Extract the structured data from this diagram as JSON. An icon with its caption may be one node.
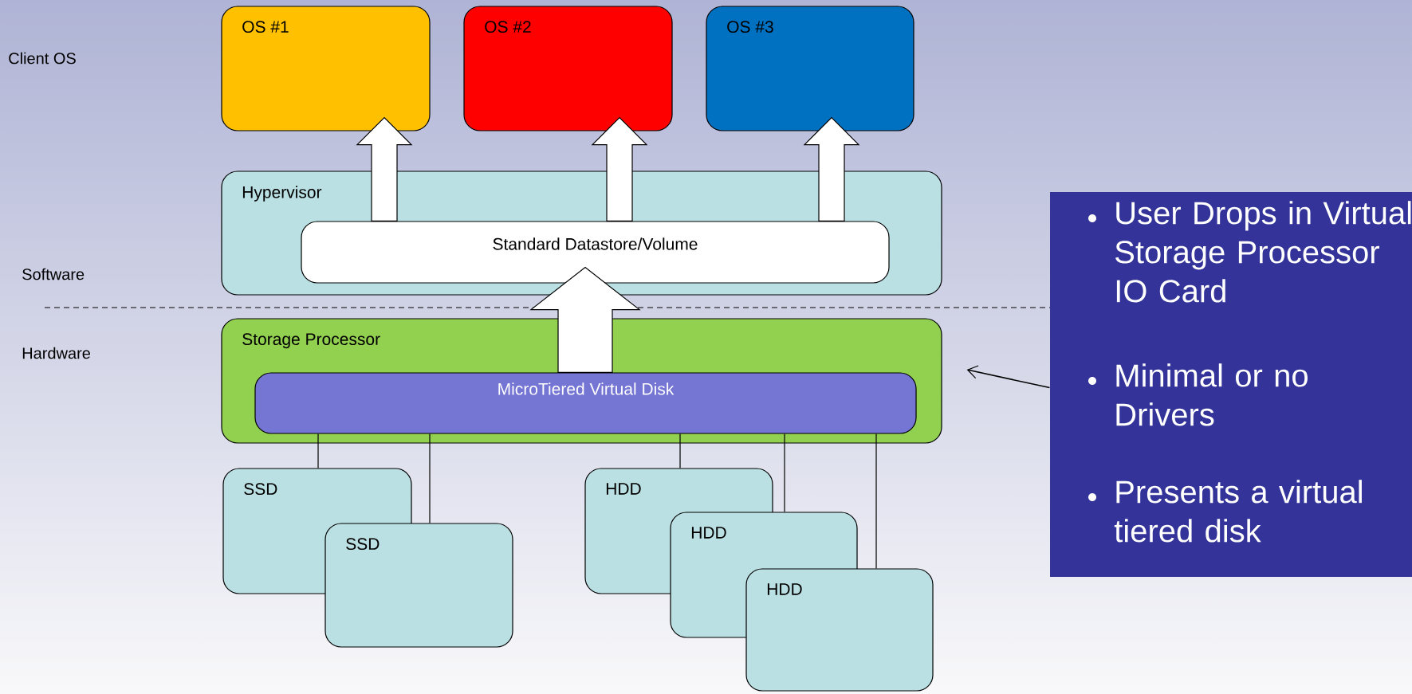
{
  "diagram": {
    "nodes": [
      {
        "text": [
          "OS #1"
        ]
      },
      {
        "text": [
          "OS #2"
        ]
      },
      {
        "text": [
          "OS #3"
        ]
      },
      {
        "text": [
          "Hypervisor"
        ]
      },
      {
        "text": [
          "Standard Datastore/Volume"
        ],
        "in": 3
      },
      {
        "text": [
          "Storage Processor"
        ]
      },
      {
        "text": [
          "MicroTiered Virtual Disk"
        ],
        "in": 5
      },
      {
        "text": [
          "SSD"
        ]
      },
      {
        "text": [
          "SSD"
        ]
      },
      {
        "text": [
          "HDD"
        ]
      },
      {
        "text": [
          "HDD"
        ]
      },
      {
        "text": [
          "HDD"
        ]
      },
      {
        "text": [
          "User Drops in Virtual Storage Processor IO Card",
          "Minimal or no Drivers",
          "Presents a virtual tiered disk"
        ]
      }
    ],
    "edges": [
      {
        "from": 4,
        "to": 0,
        "arrow": "to",
        "style": "thick"
      },
      {
        "from": 4,
        "to": 1,
        "arrow": "to",
        "style": "thick"
      },
      {
        "from": 4,
        "to": 2,
        "arrow": "to",
        "style": "thick"
      },
      {
        "from": 6,
        "to": 4,
        "arrow": "to",
        "style": "thick"
      },
      {
        "from": 6,
        "to": 7,
        "arrow": "none"
      },
      {
        "from": 6,
        "to": 8,
        "arrow": "none"
      },
      {
        "from": 6,
        "to": 9,
        "arrow": "none"
      },
      {
        "from": 6,
        "to": 10,
        "arrow": "none"
      },
      {
        "from": 6,
        "to": 11,
        "arrow": "none"
      },
      {
        "from": 12,
        "to": 5,
        "arrow": "to"
      }
    ],
    "labels": [
      "Client OS",
      "Software",
      "Hardware"
    ]
  }
}
